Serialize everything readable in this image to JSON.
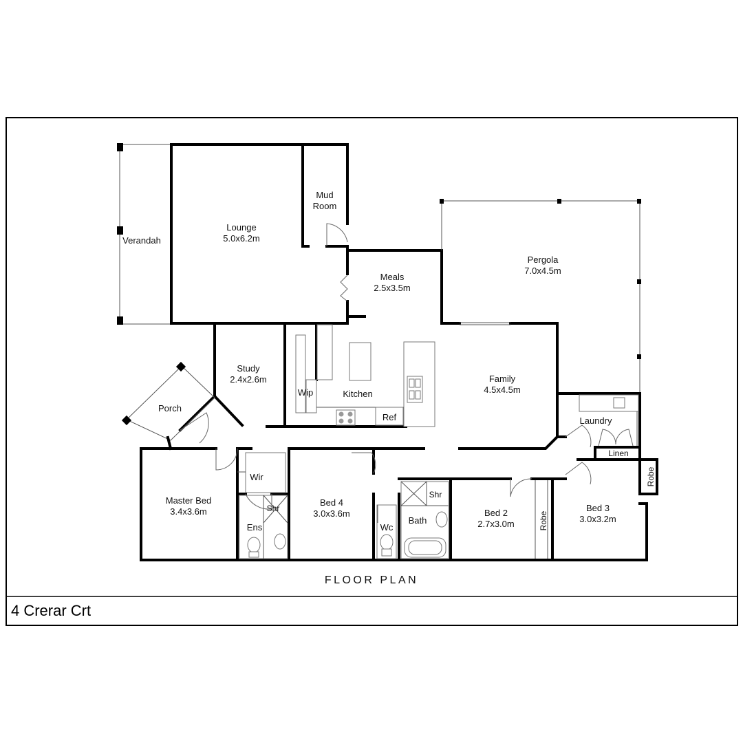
{
  "plan": {
    "title": "FLOOR PLAN",
    "address": "4 Crerar Crt",
    "rooms": {
      "verandah": {
        "name": "Verandah"
      },
      "lounge": {
        "name": "Lounge",
        "size": "5.0x6.2m"
      },
      "mud_room": {
        "name_line1": "Mud",
        "name_line2": "Room"
      },
      "meals": {
        "name": "Meals",
        "size": "2.5x3.5m"
      },
      "pergola": {
        "name": "Pergola",
        "size": "7.0x4.5m"
      },
      "study": {
        "name": "Study",
        "size": "2.4x2.6m"
      },
      "porch": {
        "name": "Porch"
      },
      "wip": {
        "name": "Wip"
      },
      "kitchen": {
        "name": "Kitchen"
      },
      "ref": {
        "name": "Ref"
      },
      "family": {
        "name": "Family",
        "size": "4.5x4.5m"
      },
      "laundry": {
        "name": "Laundry"
      },
      "linen": {
        "name": "Linen"
      },
      "robe_bed3": {
        "name": "Robe"
      },
      "master_bed": {
        "name": "Master Bed",
        "size": "3.4x3.6m"
      },
      "wir": {
        "name": "Wir"
      },
      "ens_shr": {
        "name": "Shr"
      },
      "ens": {
        "name": "Ens"
      },
      "bed4": {
        "name": "Bed 4",
        "size": "3.0x3.6m"
      },
      "wc": {
        "name": "Wc"
      },
      "bath_shr": {
        "name": "Shr"
      },
      "bath": {
        "name": "Bath"
      },
      "bed2": {
        "name": "Bed 2",
        "size": "2.7x3.0m"
      },
      "robe_bed2": {
        "name": "Robe"
      },
      "bed3": {
        "name": "Bed 3",
        "size": "3.0x3.2m"
      }
    }
  }
}
